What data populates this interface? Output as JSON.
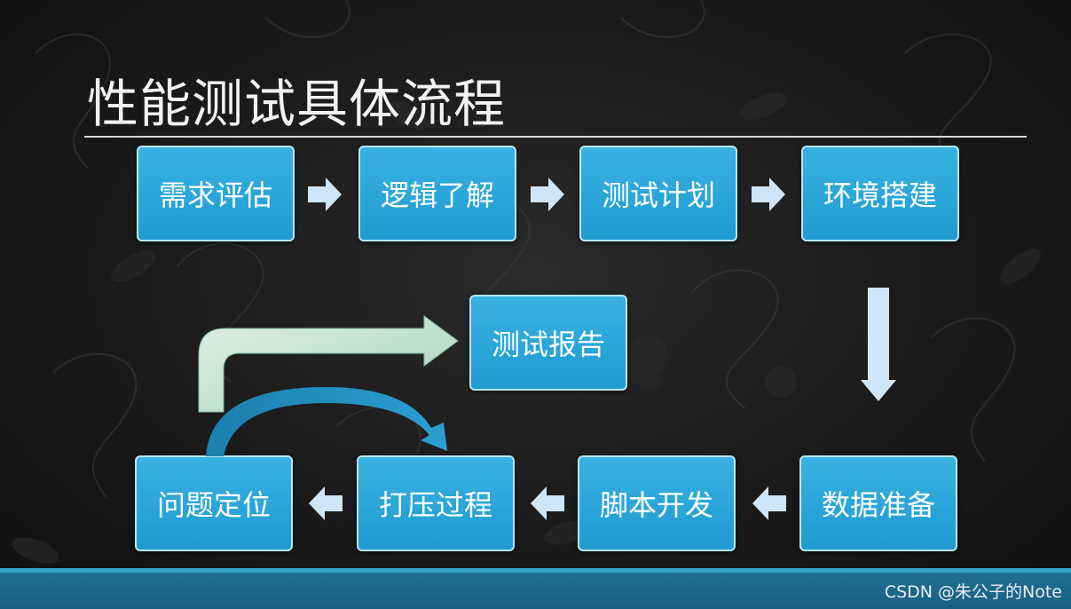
{
  "title": "性能测试具体流程",
  "steps": [
    {
      "label": "需求评估"
    },
    {
      "label": "逻辑了解"
    },
    {
      "label": "测试计划"
    },
    {
      "label": "环境搭建"
    },
    {
      "label": "数据准备"
    },
    {
      "label": "脚本开发"
    },
    {
      "label": "打压过程"
    },
    {
      "label": "问题定位"
    },
    {
      "label": "测试报告"
    }
  ],
  "watermark": "CSDN @朱公子的Note",
  "colors": {
    "box": "#2aa6db",
    "box_border": "#b8e6f7",
    "arrow": "#cfe6f8",
    "bent_arrow": "#cde6d6",
    "curved_arrow": "#1f8fc0",
    "bar": "#1f6f93"
  }
}
